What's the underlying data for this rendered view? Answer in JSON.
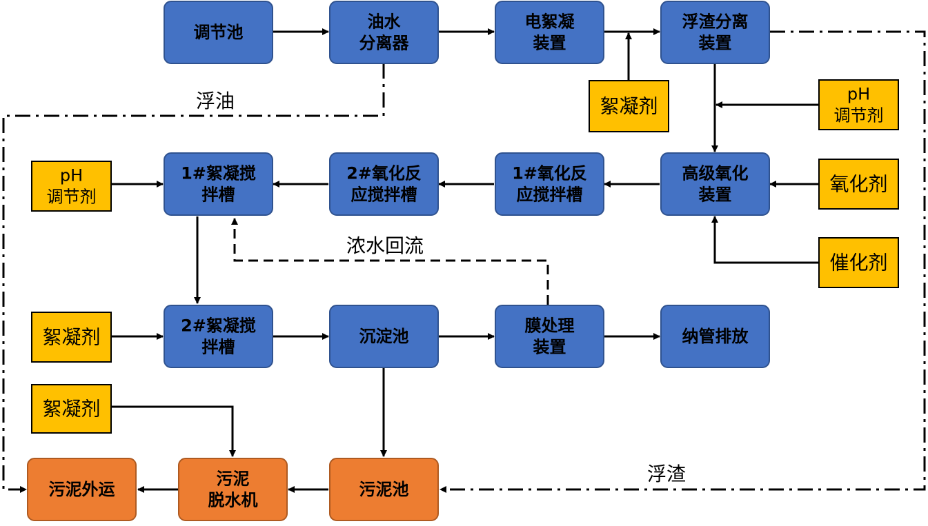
{
  "colors": {
    "process_fill": "#4472C4",
    "process_stroke": "#2F528F",
    "reagent_fill": "#FFC000",
    "reagent_stroke": "#000000",
    "sludge_fill": "#ED7D31",
    "sludge_stroke": "#AE5A21",
    "line": "#000000"
  },
  "nodes": {
    "tiaojiechi": [
      "调节池"
    ],
    "youshui": [
      "油水",
      "分离器"
    ],
    "dianxuning": [
      "电絮凝",
      "装置"
    ],
    "fuzha": [
      "浮渣分离",
      "装置"
    ],
    "xuning_top": [
      "絮凝剂"
    ],
    "ph_right": [
      "pH",
      "调节剂"
    ],
    "gaoji": [
      "高级氧化",
      "装置"
    ],
    "yanghuaji": [
      "氧化剂"
    ],
    "cuihuaji": [
      "催化剂"
    ],
    "yanghua1": [
      "1#氧化反",
      "应搅拌槽"
    ],
    "yanghua2": [
      "2#氧化反",
      "应搅拌槽"
    ],
    "xuning1": [
      "1#絮凝搅",
      "拌槽"
    ],
    "ph_left": [
      "pH",
      "调节剂"
    ],
    "xuningji_mid": [
      "絮凝剂"
    ],
    "xuning2": [
      "2#絮凝搅",
      "拌槽"
    ],
    "chendian": [
      "沉淀池"
    ],
    "mo": [
      "膜处理",
      "装置"
    ],
    "naguan": [
      "纳管排放"
    ],
    "xuningji_bottom": [
      "絮凝剂"
    ],
    "wunichi": [
      "污泥池"
    ],
    "tuoshui": [
      "污泥",
      "脱水机"
    ],
    "waiyun": [
      "污泥外运"
    ]
  },
  "labels": {
    "fuyou": "浮油",
    "nongshui": "浓水回流",
    "fuzha": "浮渣"
  }
}
